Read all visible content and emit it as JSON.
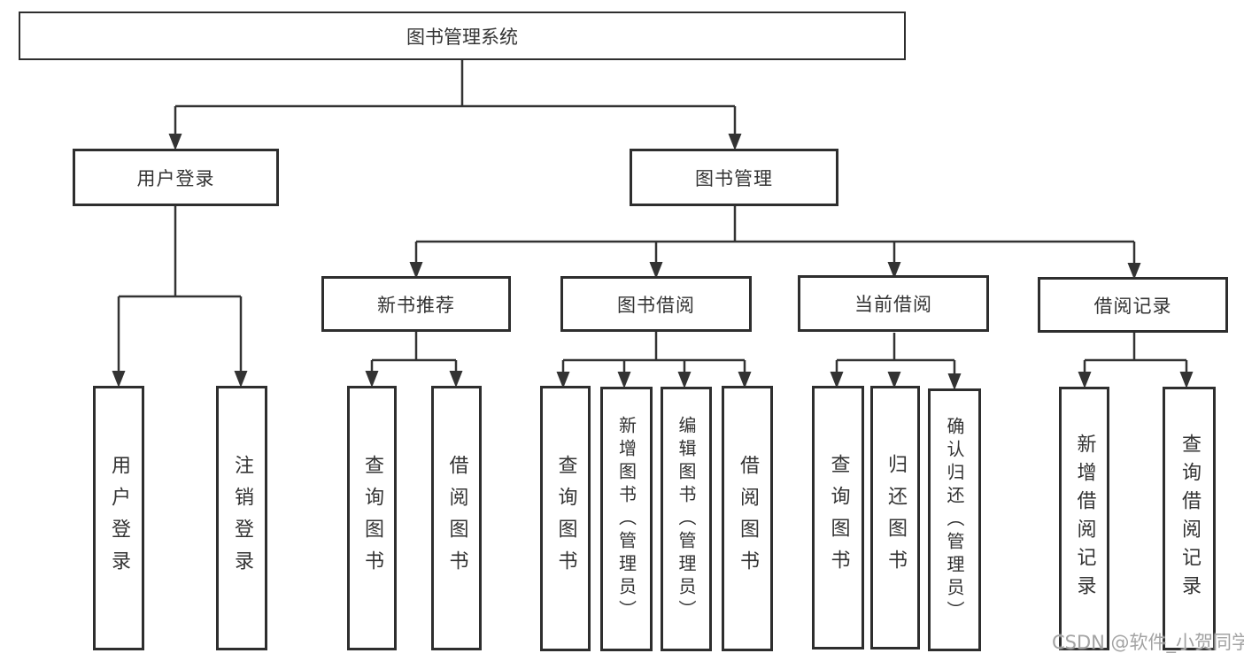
{
  "diagram": {
    "type": "tree-diagram",
    "colors": {
      "background": "#ffffff",
      "box_border": "#2e2e2e",
      "line": "#333333",
      "text": "#333333",
      "watermark": "#a3a3a3"
    },
    "root": {
      "label": "图书管理系统",
      "children": [
        {
          "label": "用户登录",
          "children": [
            {
              "label": "用户登录"
            },
            {
              "label": "注销登录"
            }
          ]
        },
        {
          "label": "图书管理",
          "children": [
            {
              "label": "新书推荐",
              "children": [
                {
                  "label": "查询图书"
                },
                {
                  "label": "借阅图书"
                }
              ]
            },
            {
              "label": "图书借阅",
              "children": [
                {
                  "label": "查询图书"
                },
                {
                  "label": "新增图书（管理员）"
                },
                {
                  "label": "编辑图书（管理员）"
                },
                {
                  "label": "借阅图书"
                }
              ]
            },
            {
              "label": "当前借阅",
              "children": [
                {
                  "label": "查询图书"
                },
                {
                  "label": "归还图书"
                },
                {
                  "label": "确认归还（管理员）"
                }
              ]
            },
            {
              "label": "借阅记录",
              "children": [
                {
                  "label": "新增借阅记录"
                },
                {
                  "label": "查询借阅记录"
                }
              ]
            }
          ]
        }
      ]
    },
    "watermark": "CSDN @软件_小贺同学"
  }
}
